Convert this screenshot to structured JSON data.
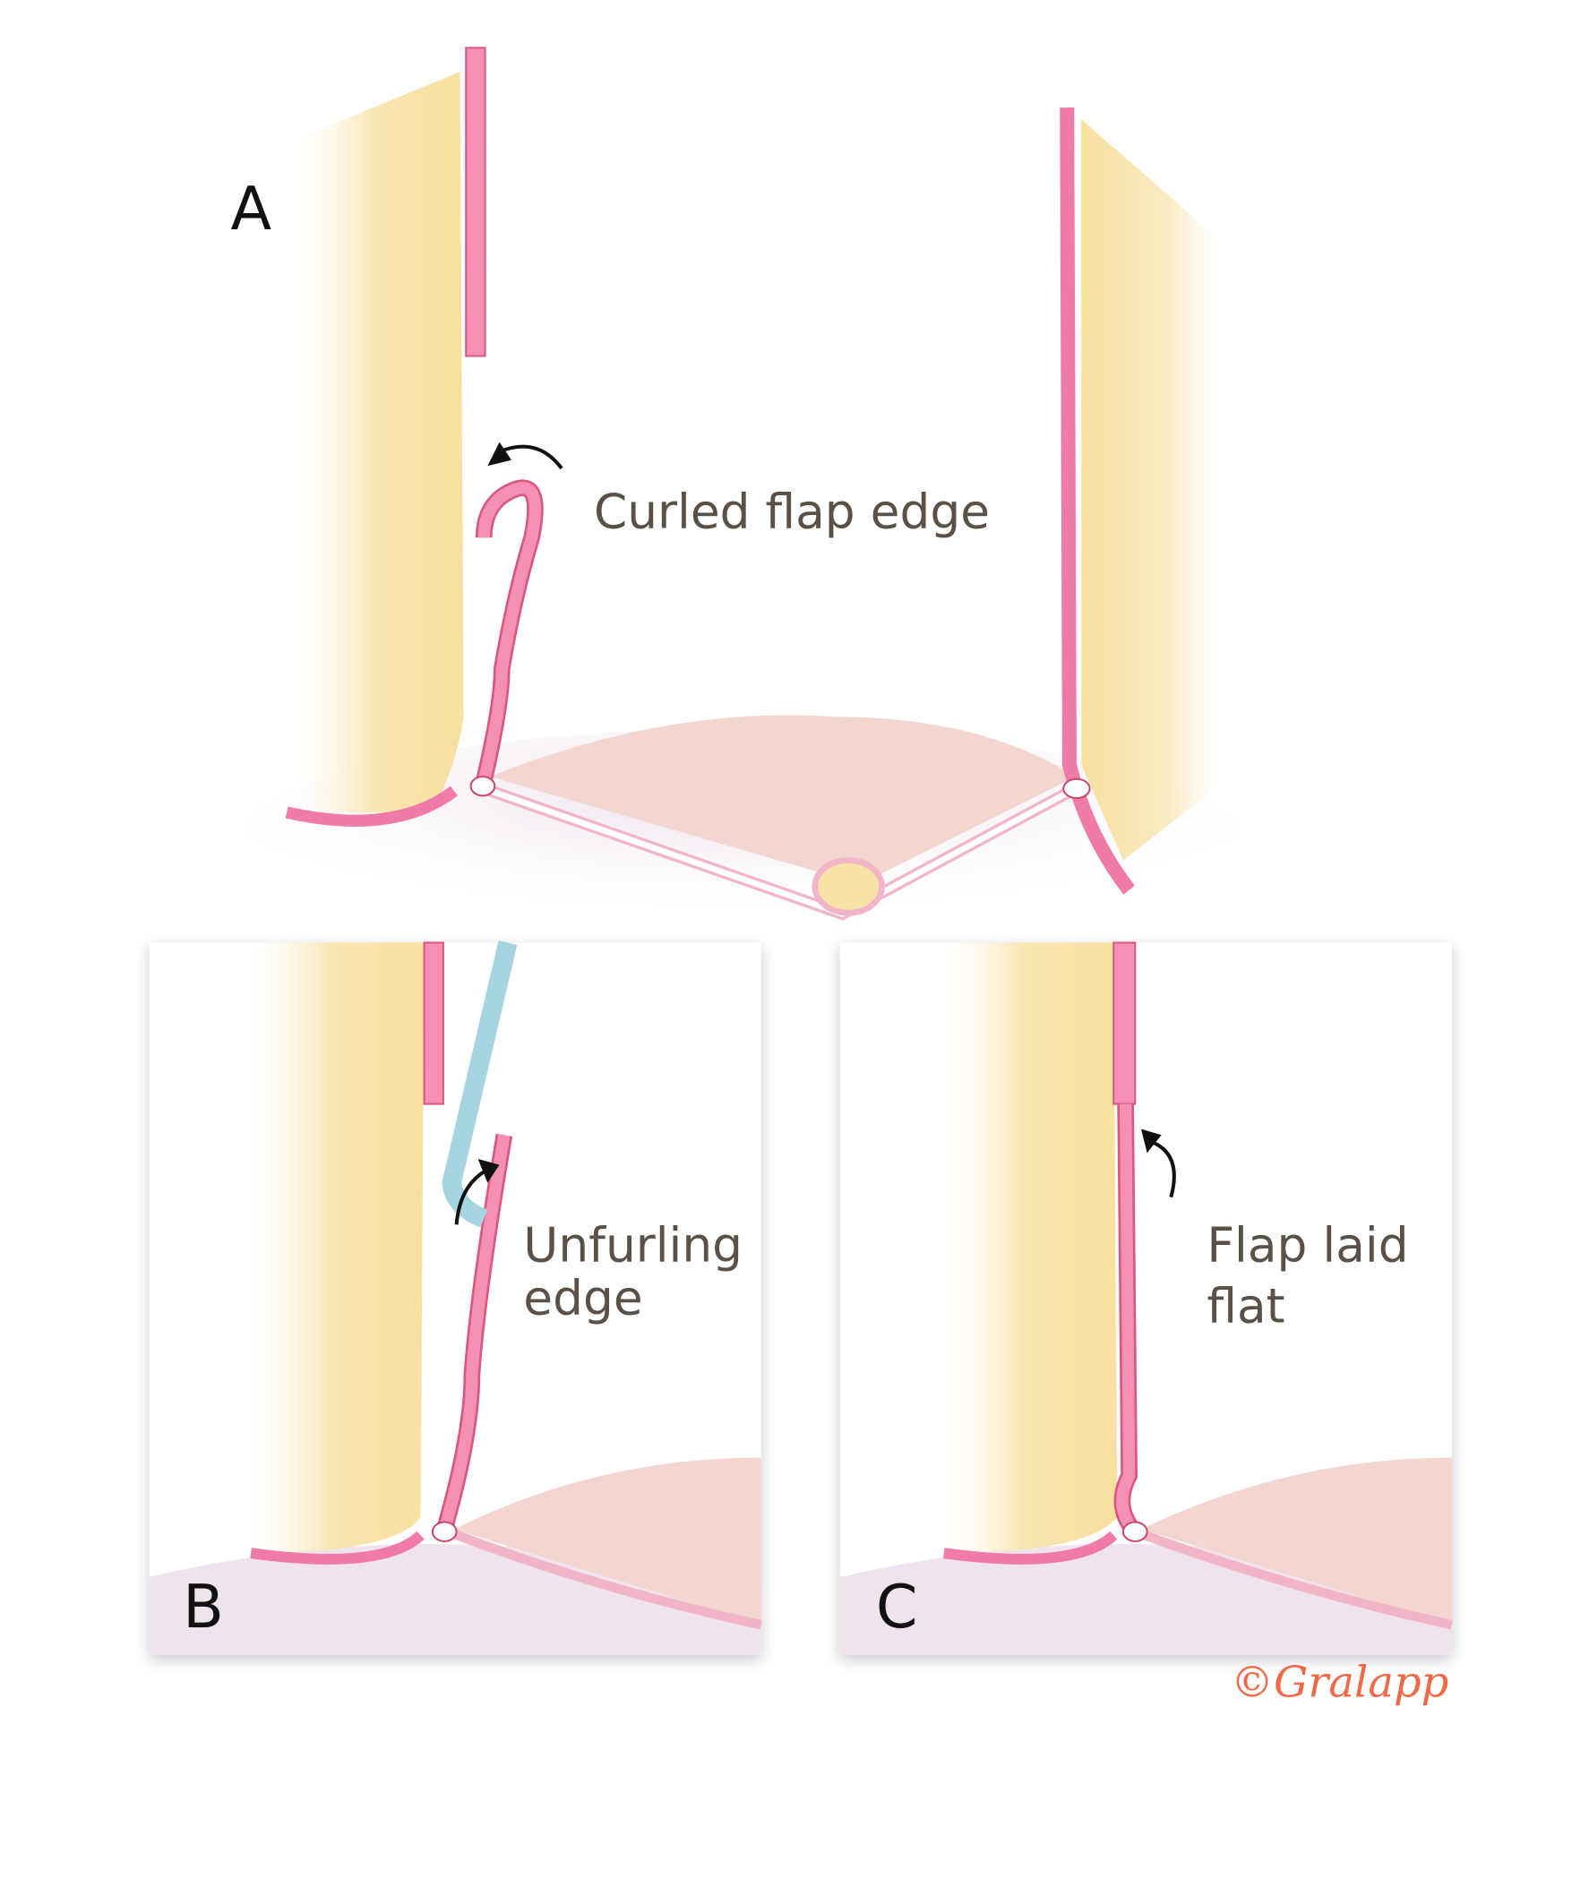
{
  "panels": {
    "a": {
      "letter": "A",
      "caption": "Curled flap edge"
    },
    "b": {
      "letter": "B",
      "caption_line1": "Unfurling",
      "caption_line2": "edge"
    },
    "c": {
      "letter": "C",
      "caption_line1": "Flap laid",
      "caption_line2": "flat"
    }
  },
  "signature": "©Gralapp",
  "colors": {
    "bone": "#f7e3a8",
    "flap": "#f07aa8",
    "membrane": "#f3d9d4",
    "shadow": "#efe4ee",
    "text": "#5a5045",
    "signature": "#f06a4a"
  }
}
